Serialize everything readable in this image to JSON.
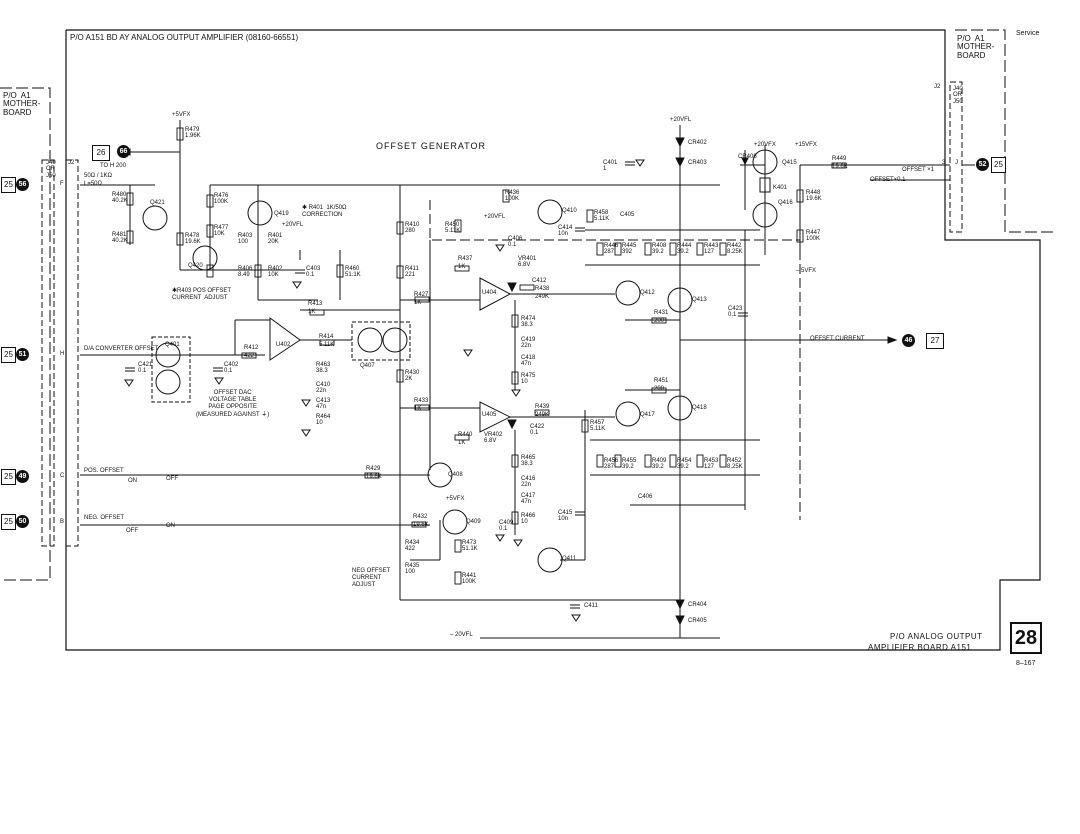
{
  "sheet": {
    "service_label": "Service",
    "title": "P/O A151  BD AY ANALOG OUTPUT AMPLIFIER (08160-66551)",
    "section_heading": "OFFSET  GENERATOR",
    "left_motherboard": "P/O  A1\nMOTHER-\nBOARD",
    "right_motherboard": "P/O  A1\nMOTHER-\nBOARD",
    "footer_caption_1": "P/O  ANALOG  OUTPUT",
    "footer_caption_2": "AMPLIFIER  BOARD  A151",
    "page_badge": "28",
    "page_number": "8–167"
  },
  "connectors": {
    "left": [
      {
        "box": "25",
        "dot": "56",
        "label": "50Ω / 1KΩ",
        "sub": "L=50Ω"
      },
      {
        "box": "25",
        "dot": "51",
        "label": "D/A CONVERTER OFFSET"
      },
      {
        "box": "25",
        "dot": "49",
        "label": "POS. OFFSET",
        "state_a": "ON",
        "state_b": "OFF"
      },
      {
        "box": "25",
        "dot": "50",
        "label": "NEG. OFFSET",
        "state_a": "OFF",
        "state_b": "ON"
      }
    ],
    "right": {
      "box": "25",
      "dot": "52",
      "label": "OFFSET ×1",
      "label2": "OFFSET×0.1"
    },
    "to_box": {
      "box": "26",
      "dot": "66",
      "sub": "TO  H 200"
    },
    "offset_current": {
      "label": "OFFSET  CURRENT",
      "dot": "46",
      "box": "27"
    }
  },
  "notes": {
    "r401_correction": "✱ R401  1K/50Ω\nCORRECTION",
    "r403_adjust": "✱R403 POS OFFSET\nCURRENT  ADJUST",
    "offset_dac": "OFFSET DAC\nVOLTAGE TABLE\nPAGE OPPOSITE\n(MEASURED AGAINST ⏚)",
    "neg_offset_adjust": "NEG OFFSET\nCURRENT\nADJUST"
  },
  "rails": {
    "p5": "+5VFX",
    "p20": "+20VFL",
    "m20": "– 20VFL",
    "m5": "– 5VFX",
    "p20b": "+20VFX",
    "p15": "+15VFX"
  },
  "parts": {
    "R479": "R479\n1.96K",
    "R480": "R480\n40.2K",
    "R481": "R481\n40.2K",
    "Q421": "Q421",
    "R478": "R478\n19.6K",
    "Q420": "Q420",
    "R476": "R476\n100K",
    "R477": "R477\n10K",
    "Q419": "Q419",
    "R403": "R403\n100",
    "R401": "R401\n20K",
    "R406": "R406\n8.49",
    "R402": "R402\n10K",
    "C403": "C403\n0.1",
    "R460": "R460\n51.1K",
    "R410": "R410\n280",
    "R411": "R411\n221",
    "R413": "R413\n1K",
    "R427": "R427\n1K",
    "R414": "R414\n5.11K",
    "U402": "U402",
    "R463": "R463\n38.3",
    "C410": "C410\n22n",
    "C413": "C413\n47n",
    "R464": "R464\n10",
    "Q407": "Q407",
    "R430": "R430\n2K",
    "R433": "R433\n1K",
    "R412": "R412\n422",
    "C402": "C402\n0.1",
    "C421": "C421\n0.1",
    "Q401": "Q401",
    "R429": "R429\n19.6K",
    "Q408": "Q408",
    "R432": "R432\n19.6K",
    "Q409": "Q409",
    "R434": "R434\n422",
    "R435": "R435\n100",
    "R473": "R473\n51.1K",
    "R441": "R441\n100K",
    "C409": "C409\n0.1",
    "R436": "R436\n100K",
    "R450": "R450\n5.11K",
    "C406": "C406\n0.1",
    "VR401": "VR401\n6.8V",
    "R437": "R437\n1K",
    "U404": "U404",
    "C412": "C412",
    "R438": "R438\n249K",
    "R474": "R474\n38.3",
    "C419": "C419\n22n",
    "C418": "C418\n47n",
    "R475": "R475\n10",
    "U405": "U405",
    "R439": "R439\n249K",
    "R440": "R440\n1K",
    "VR402": "VR402\n6.8V",
    "C422": "C422\n0.1",
    "R465": "R465\n38.3",
    "C416": "C416\n22n",
    "C417": "C417\n47n",
    "R466": "R466\n10",
    "Q410": "Q410",
    "Q411": "Q411",
    "C414": "C414\n10n",
    "C415": "C415\n10n",
    "R458": "R458\n5.11K",
    "R457": "R457\n5.11K",
    "C405": "C405",
    "R446": "R446\n287",
    "R445": "R445\n392",
    "R408": "R408\n39.2",
    "R444": "R444\n39.2",
    "R443": "R443\n127",
    "R442": "R442\n8.25K",
    "Q412": "Q412",
    "Q413": "Q413",
    "R431": "R431\n200",
    "C423": "C423\n0.1",
    "R451": "R451\n200",
    "Q417": "Q417",
    "Q418": "Q418",
    "R456": "R456\n287",
    "R455": "R455\n39.2",
    "R409": "R409\n39.2",
    "R454": "R454\n39.2",
    "R453": "R453\n127",
    "R452": "R452\n8.25K",
    "C406b": "C406",
    "C411": "C411",
    "CR402": "CR402",
    "CR403": "CR403",
    "CR404": "CR404",
    "CR405": "CR405",
    "C401": "C401\n1",
    "CR406": "CR406",
    "K401": "K401",
    "Q415": "Q415",
    "Q416": "Q416",
    "R449": "R449\n19.6K",
    "R448": "R448\n19.6K",
    "R447": "R447\n100K",
    "J2": "J2",
    "J40": "J40\nOR\nJ50",
    "Fpin": "F",
    "Hpin": "H",
    "Cpin": "C",
    "Bpin": "B",
    "Jpin": "J",
    "pin3": "3"
  }
}
